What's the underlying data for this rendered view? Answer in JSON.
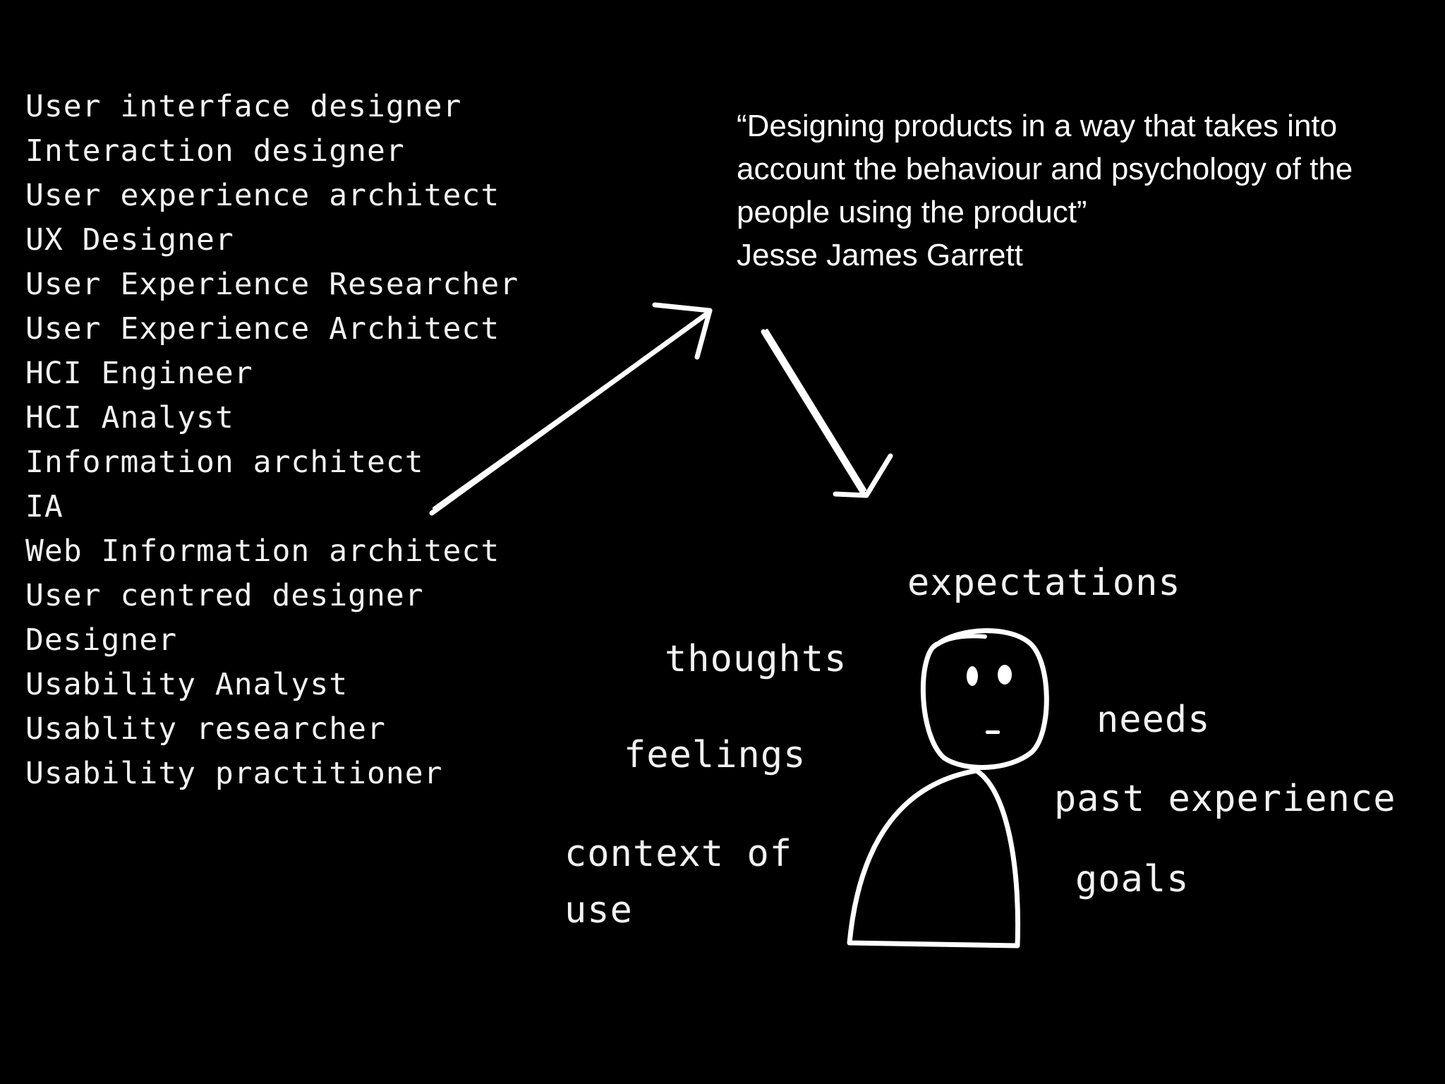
{
  "job_titles": [
    "User interface designer",
    "Interaction designer",
    "User experience architect",
    "UX Designer",
    "User Experience Researcher",
    "User Experience Architect",
    "HCI Engineer",
    "HCI Analyst",
    "Information architect",
    "IA",
    "Web Information architect",
    "User centred designer",
    "Designer",
    "Usability Analyst",
    "Usablity researcher",
    "Usability practitioner"
  ],
  "quote": {
    "text": "“Designing products in a way that takes into account the behaviour and psychology of the people using the product”",
    "author": "Jesse James Garrett"
  },
  "person_aspects": {
    "expectations": "expectations",
    "thoughts": "thoughts",
    "feelings": "feelings",
    "context_of_use": "context of use",
    "needs": "needs",
    "past_experience": "past experience",
    "goals": "goals"
  },
  "colors": {
    "background": "#000000",
    "foreground": "#ffffff"
  }
}
